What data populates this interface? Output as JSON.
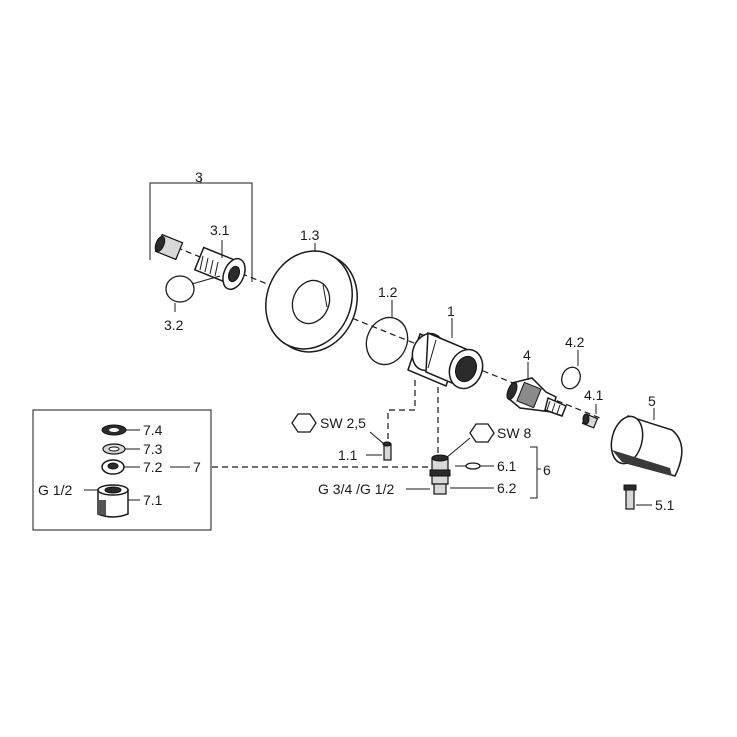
{
  "labels": {
    "p3": "3",
    "p3_1": "3.1",
    "p3_2": "3.2",
    "p1_3": "1.3",
    "p1_2": "1.2",
    "p1": "1",
    "p4": "4",
    "p4_2": "4.2",
    "p4_1": "4.1",
    "p5": "5",
    "p5_1": "5.1",
    "sw25": "SW 2,5",
    "sw8": "SW 8",
    "p1_1": "1.1",
    "p6_1": "6.1",
    "p6": "6",
    "p6_2": "6.2",
    "g34": "G 3/4 /G 1/2",
    "p7_4": "7.4",
    "p7_3": "7.3",
    "p7_2": "7.2",
    "p7": "7",
    "g12": "G 1/2",
    "p7_1": "7.1"
  }
}
